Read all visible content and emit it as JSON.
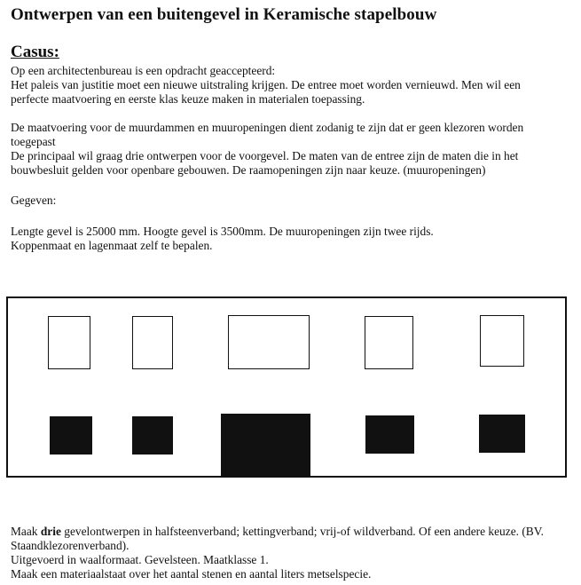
{
  "title": "Ontwerpen van een buitengevel in Keramische stapelbouw",
  "casus_heading": "Casus:",
  "paragraph_lines": [
    "Op een architectenbureau  is een opdracht geaccepteerd:",
    "Het paleis van justitie moet een nieuwe uitstraling krijgen. De entree moet  worden vernieuwd. Men wil een",
    "perfecte maatvoering en eerste klas keuze maken in materialen toepassing.",
    "De  maatvoering voor de muurdammen en muuropeningen dient zodanig te zijn dat er geen klezoren worden",
    "toegepast",
    "De principaal wil graag drie ontwerpen voor de voorgevel. De maten van de entree zijn de maten die in het",
    "bouwbesluit gelden voor openbare gebouwen. De raamopeningen zijn naar keuze. (muuropeningen)",
    "Gegeven:",
    "Lengte gevel is 25000 mm. Hoogte gevel is  3500mm. De muuropeningen zijn twee rijds.",
    "Koppenmaat en lagenmaat zelf te bepalen."
  ],
  "footer": {
    "line1_prefix": "Maak ",
    "line1_bold": "drie",
    "line1_suffix": " gevelontwerpen in halfsteenverband; kettingverband; vrij-of wildverband. Of een andere keuze. (BV.",
    "line2": "Staandklezorenverband).",
    "line3": "Uitgevoerd in waalformaat.  Gevelsteen. Maatklasse 1.",
    "line4": "Maak een materiaalstaat over het aantal stenen en aantal liters metselspecie."
  },
  "colors": {
    "ink": "#111111",
    "paper": "#ffffff"
  }
}
